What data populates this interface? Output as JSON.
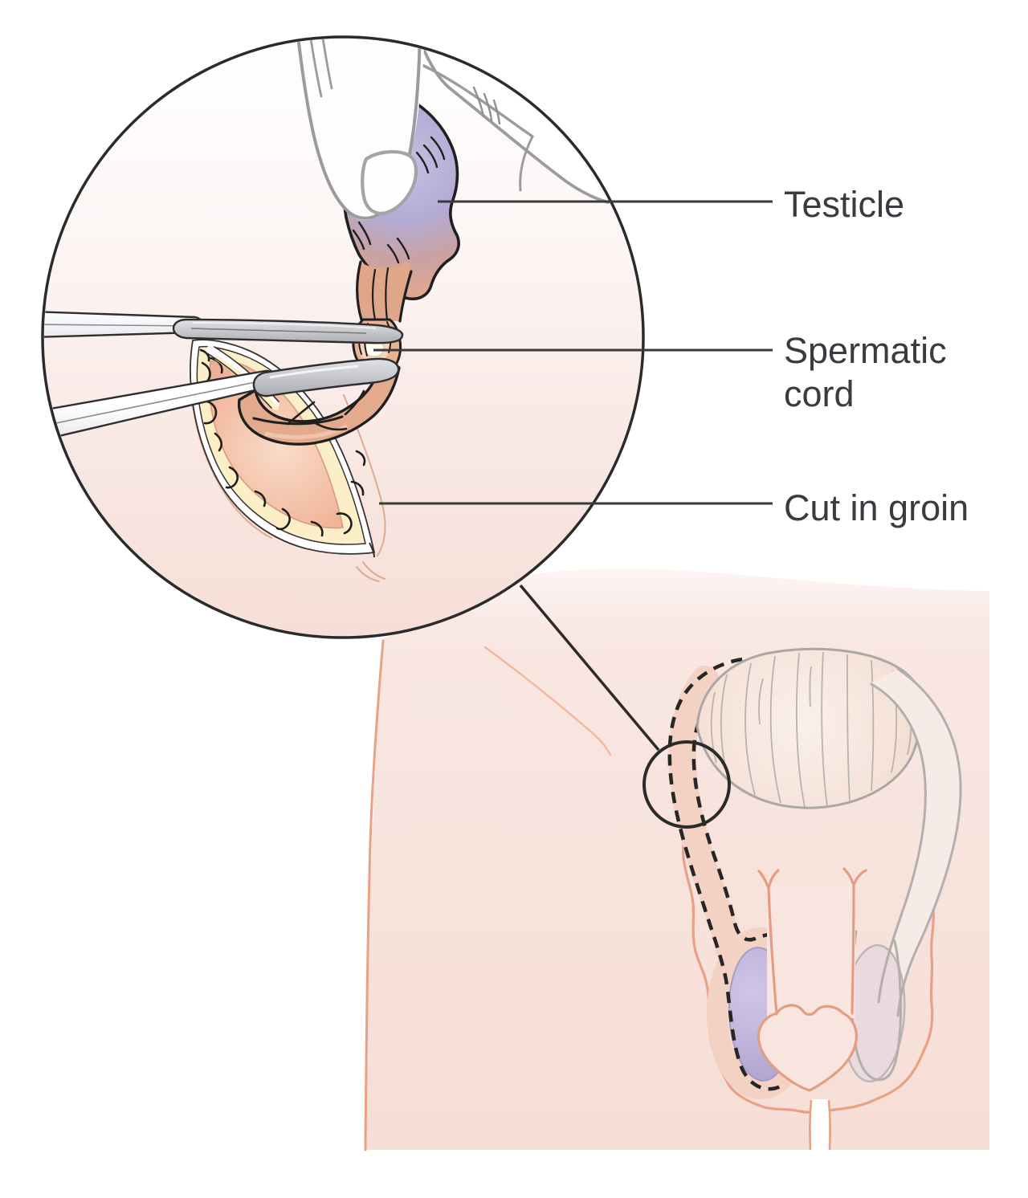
{
  "figure": {
    "labels": [
      {
        "id": "testicle",
        "text": "Testicle"
      },
      {
        "id": "spermatic_cord",
        "text": "Spermatic cord"
      },
      {
        "id": "cut_in_groin",
        "text": "Cut in groin"
      }
    ]
  },
  "colors": {
    "outline_dark": "#2b2b2b",
    "label_text": "#3a3a40",
    "skin_pink": "#f9e7e2",
    "body_contour_salmon": "#e9a186",
    "fat_yellow": "#fceec6",
    "tissue_salmon": "#eda98d",
    "cord_flesh": "#e2a78a",
    "testicle_lavender": "#b9aed6",
    "clamp_gray": "#aeafb4",
    "faint_gray": "#b3afad"
  }
}
